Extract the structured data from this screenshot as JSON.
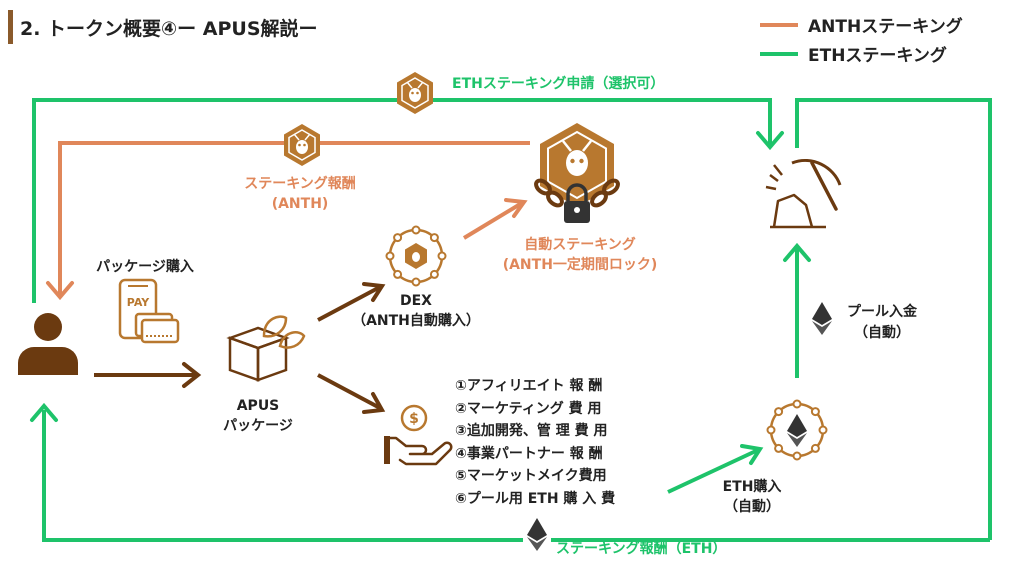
{
  "title": "2. トークン概要④ー APUS解説ー",
  "legend": {
    "anth": {
      "label": "ANTHステーキング",
      "color": "#e0875a"
    },
    "eth": {
      "label": "ETHステーキング",
      "color": "#1ec36a"
    }
  },
  "colors": {
    "brown": "#6b3a10",
    "gold": "#b8782f",
    "green": "#1ec36a",
    "orange": "#e0875a"
  },
  "labels": {
    "eth_staking_request": "ETHステーキング申請（選択可）",
    "staking_reward_anth": "ステーキング報酬",
    "staking_reward_anth_unit": "(ANTH)",
    "auto_staking": "自動ステーキング",
    "auto_staking_lock": "(ANTH一定期間ロック)",
    "package_purchase": "パッケージ購入",
    "dex": "DEX",
    "dex_sub": "（ANTH自動購入）",
    "apus": "APUS",
    "apus_sub": "パッケージ",
    "pool_deposit": "プール入金",
    "pool_deposit_sub": "（自動）",
    "eth_purchase": "ETH購入",
    "eth_purchase_sub": "（自動）",
    "staking_reward_eth": "ステーキング報酬（ETH）",
    "pay_text": "PAY"
  },
  "allocation_list": [
    "①アフィリエイト 報 酬",
    "②マーケティング 費 用",
    "③追加開発、管 理 費 用",
    "④事業パートナー 報 酬",
    "⑤マーケットメイク費用",
    "⑥プール用 ETH 購 入 費"
  ],
  "icons": [
    "ant-badge-icon",
    "user-icon",
    "payment-icon",
    "package-icon",
    "dex-network-icon",
    "locked-ant-icon",
    "money-hand-icon",
    "eth-network-icon",
    "mining-icon",
    "eth-icon"
  ]
}
